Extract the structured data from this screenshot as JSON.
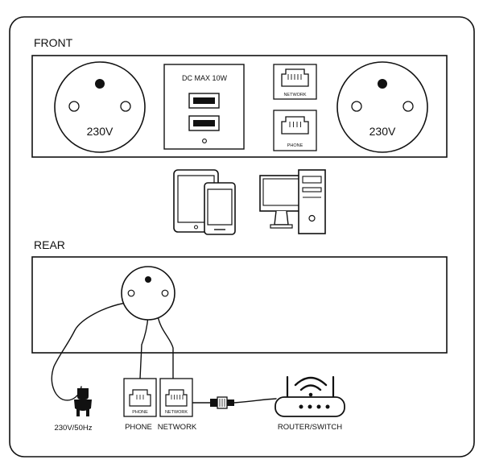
{
  "front": {
    "section_label": "FRONT",
    "left_socket_voltage": "230V",
    "right_socket_voltage": "230V",
    "usb_module_label": "DC MAX 10W",
    "network_port_label": "NETWORK",
    "phone_port_label": "PHONE"
  },
  "rear": {
    "section_label": "REAR",
    "power_plug_label": "230V/50Hz",
    "phone_jack_label": "PHONE",
    "network_jack_label": "NETWORK",
    "phone_jack_small_label": "PHONE",
    "network_jack_small_label": "NETWORK",
    "router_label": "ROUTER/SWITCH"
  },
  "icons": {
    "devices": [
      "tablet-icon",
      "smartphone-icon",
      "desktop-computer-icon"
    ],
    "router": "router-icon",
    "plug": "power-plug-icon"
  }
}
